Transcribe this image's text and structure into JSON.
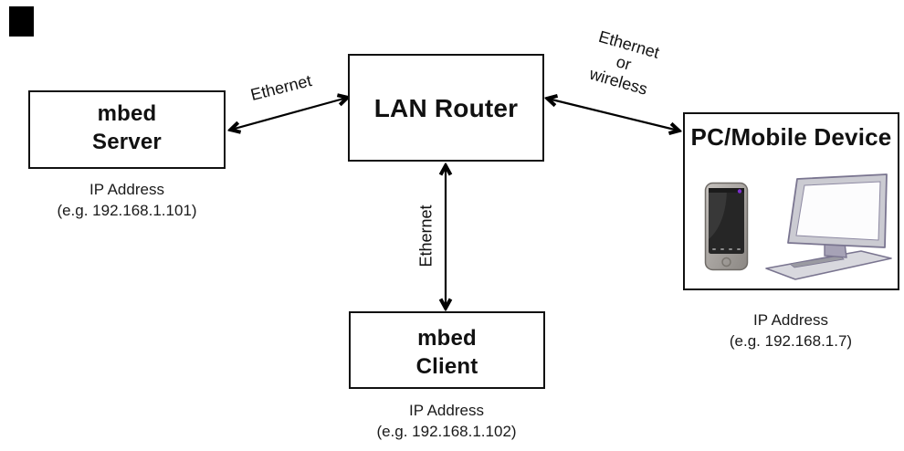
{
  "nodes": {
    "server": {
      "title_line1": "mbed",
      "title_line2": "Server",
      "caption_line1": "IP Address",
      "caption_line2": "(e.g. 192.168.1.101)"
    },
    "router": {
      "title": "LAN Router"
    },
    "client": {
      "title_line1": "mbed",
      "title_line2": "Client",
      "caption_line1": "IP Address",
      "caption_line2": "(e.g. 192.168.1.102)"
    },
    "pc": {
      "title": "PC/Mobile Device",
      "caption_line1": "IP Address",
      "caption_line2": "(e.g. 192.168.1.7)",
      "icons": [
        "smartphone-icon",
        "desktop-computer-icon"
      ]
    }
  },
  "links": {
    "server_router": {
      "label": "Ethernet",
      "style": "double-headed-arrow"
    },
    "router_pc": {
      "label_line1": "Ethernet",
      "label_line2": "or",
      "label_line3": "wireless",
      "style": "double-headed-arrow"
    },
    "router_client": {
      "label": "Ethernet",
      "style": "double-headed-arrow"
    }
  },
  "colors": {
    "ink": "#111111",
    "background": "#ffffff",
    "phone_led": "#7d2fd0",
    "device_outline": "#7a7590"
  }
}
